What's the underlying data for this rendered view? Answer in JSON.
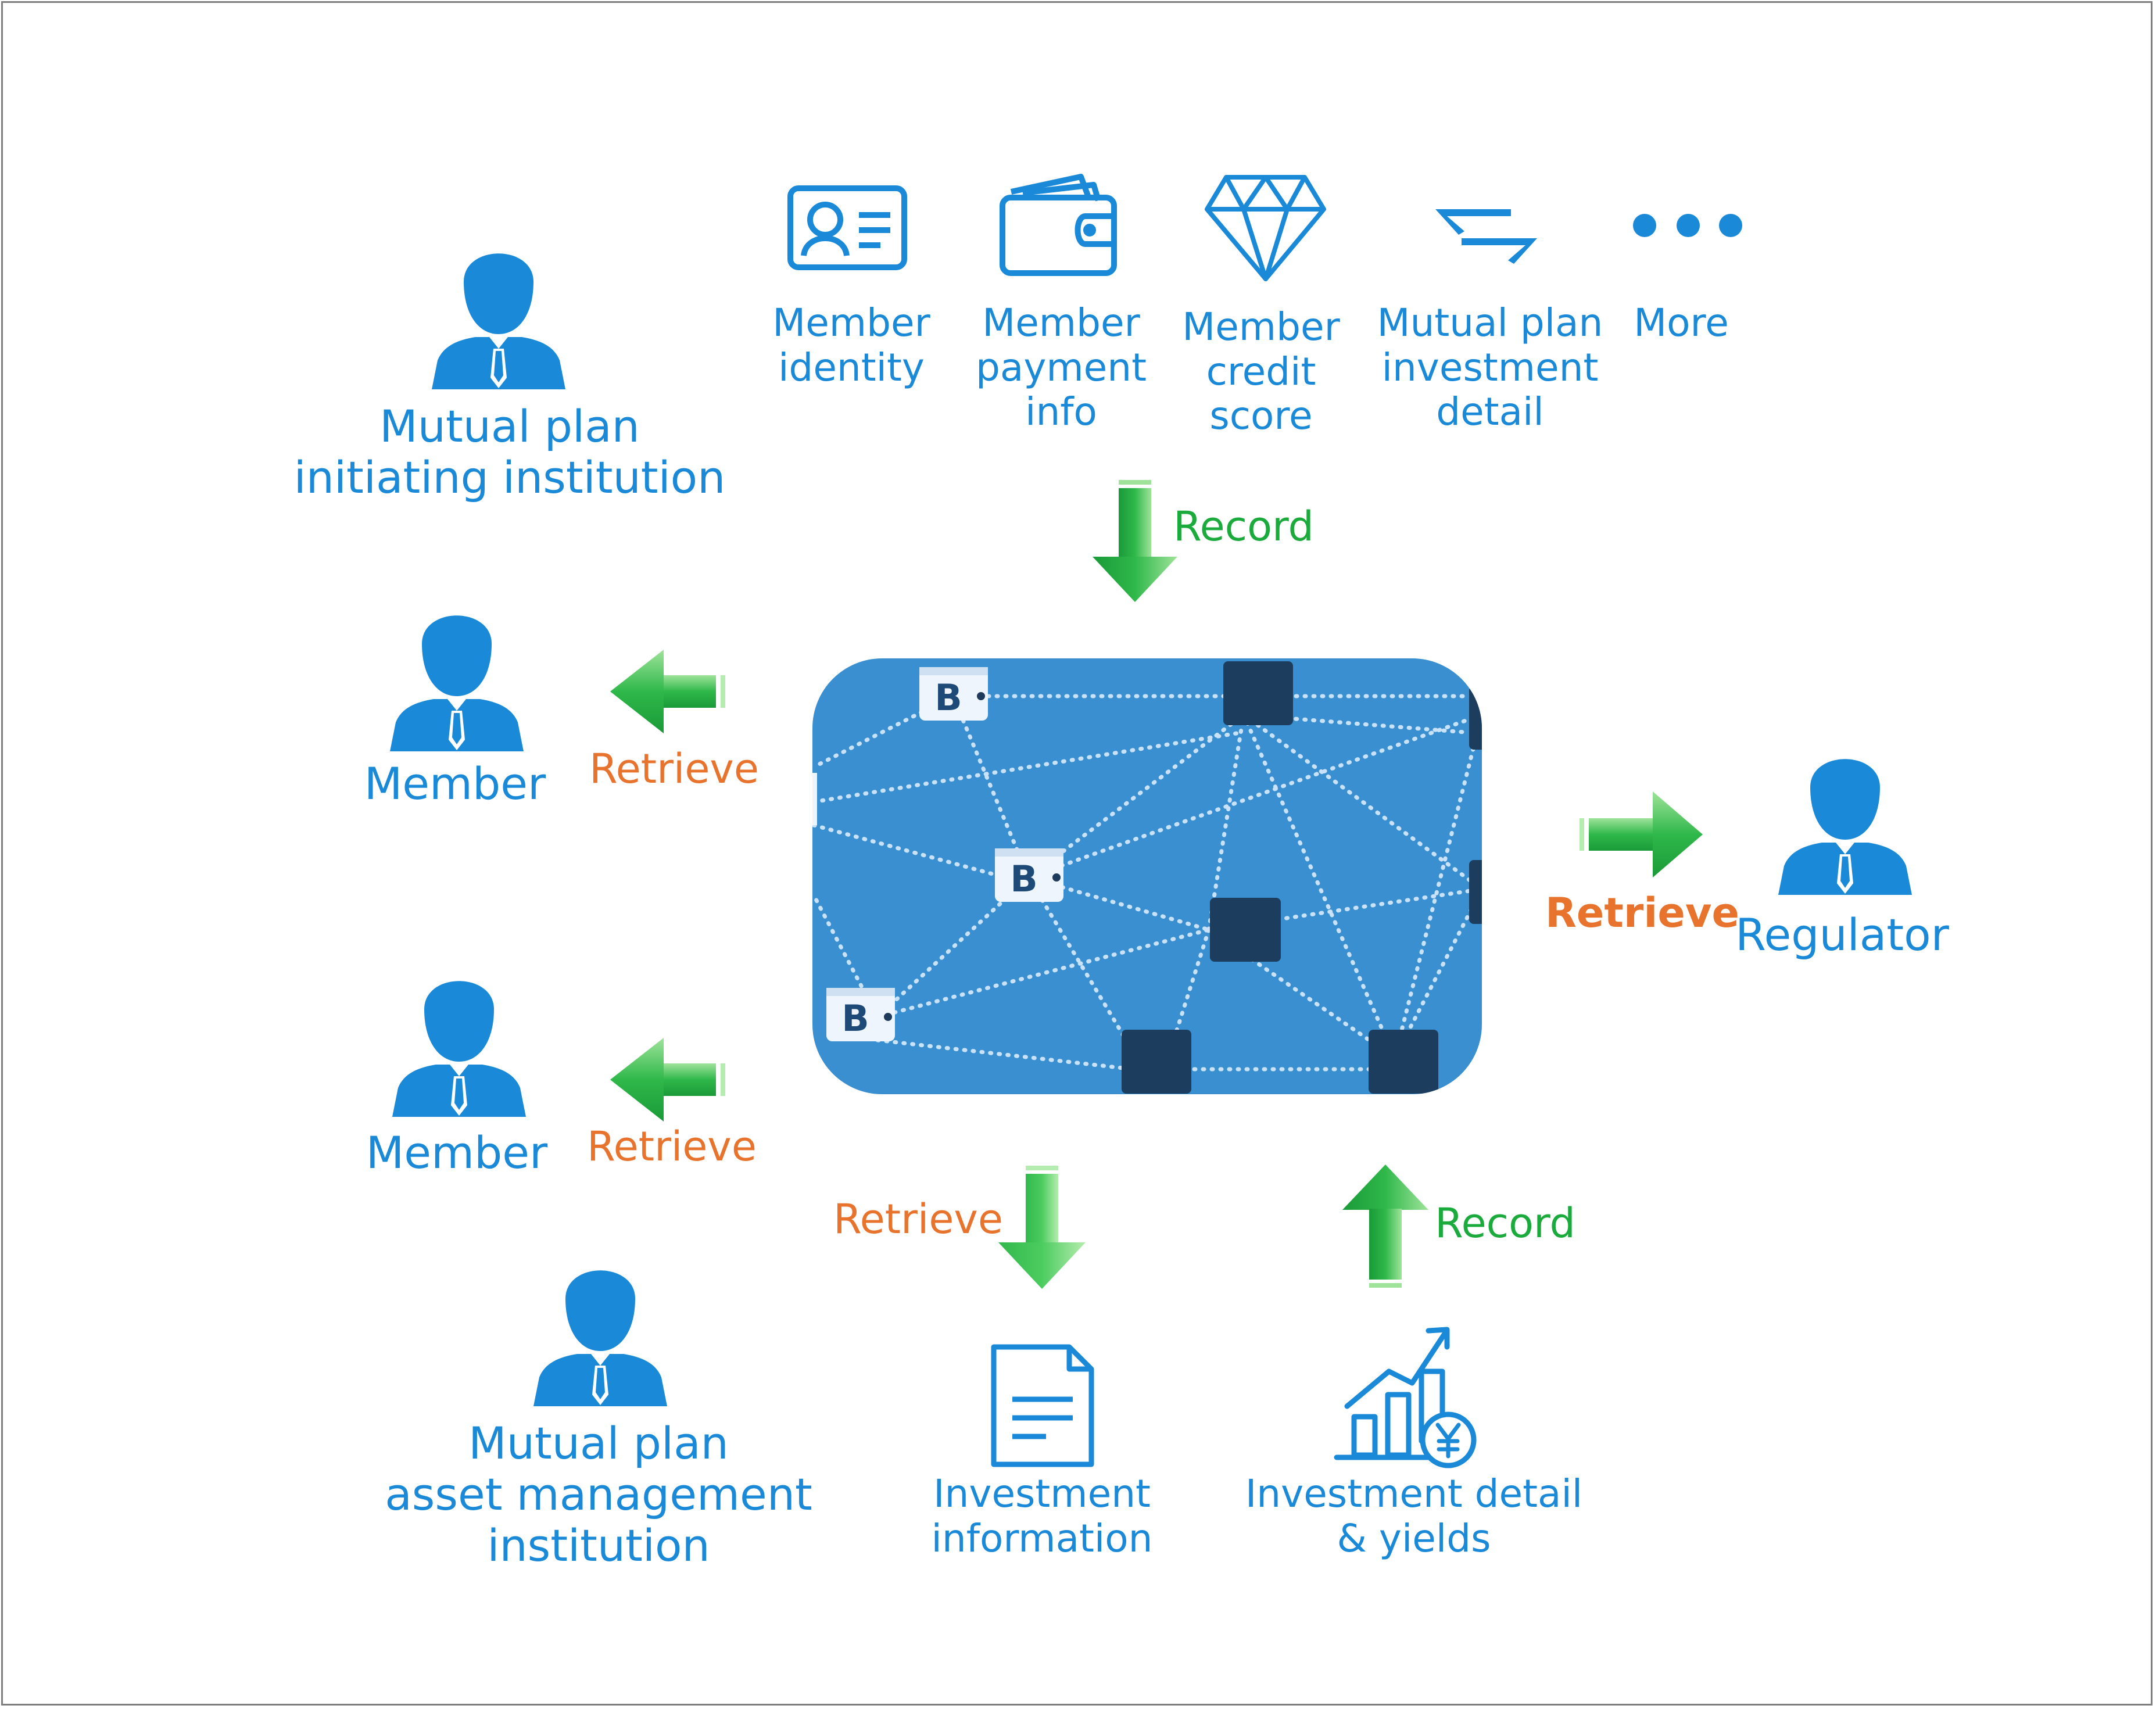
{
  "colors": {
    "blue": "#1a8ad8",
    "green": "#1aab3c",
    "orange": "#e8732d",
    "network_bg": "#3a8fd0"
  },
  "actors": {
    "initiator": "Mutual plan\ninitiating institution",
    "member_top": "Member",
    "member_bottom": "Member",
    "regulator": "Regulator",
    "asset_manager": "Mutual plan\nasset management\ninstitution"
  },
  "data_items": [
    {
      "icon": "id-card-icon",
      "label": "Member\nidentity"
    },
    {
      "icon": "wallet-icon",
      "label": "Member\npayment\ninfo"
    },
    {
      "icon": "diamond-icon",
      "label": "Member\ncredit\nscore"
    },
    {
      "icon": "transfer-arrows-icon",
      "label": "Mutual plan\ninvestment\ndetail"
    },
    {
      "icon": "more-dots-icon",
      "label": "More"
    }
  ],
  "outputs": {
    "investment_info": "Investment\ninformation",
    "investment_yields": "Investment detail\n& yields"
  },
  "flows": {
    "record_top": "Record",
    "retrieve_member_top": "Retrieve",
    "retrieve_member_bottom": "Retrieve",
    "retrieve_regulator": "Retrieve",
    "retrieve_investment": "Retrieve",
    "record_bottom": "Record"
  },
  "blockchain": {
    "coin_symbol": "B"
  }
}
